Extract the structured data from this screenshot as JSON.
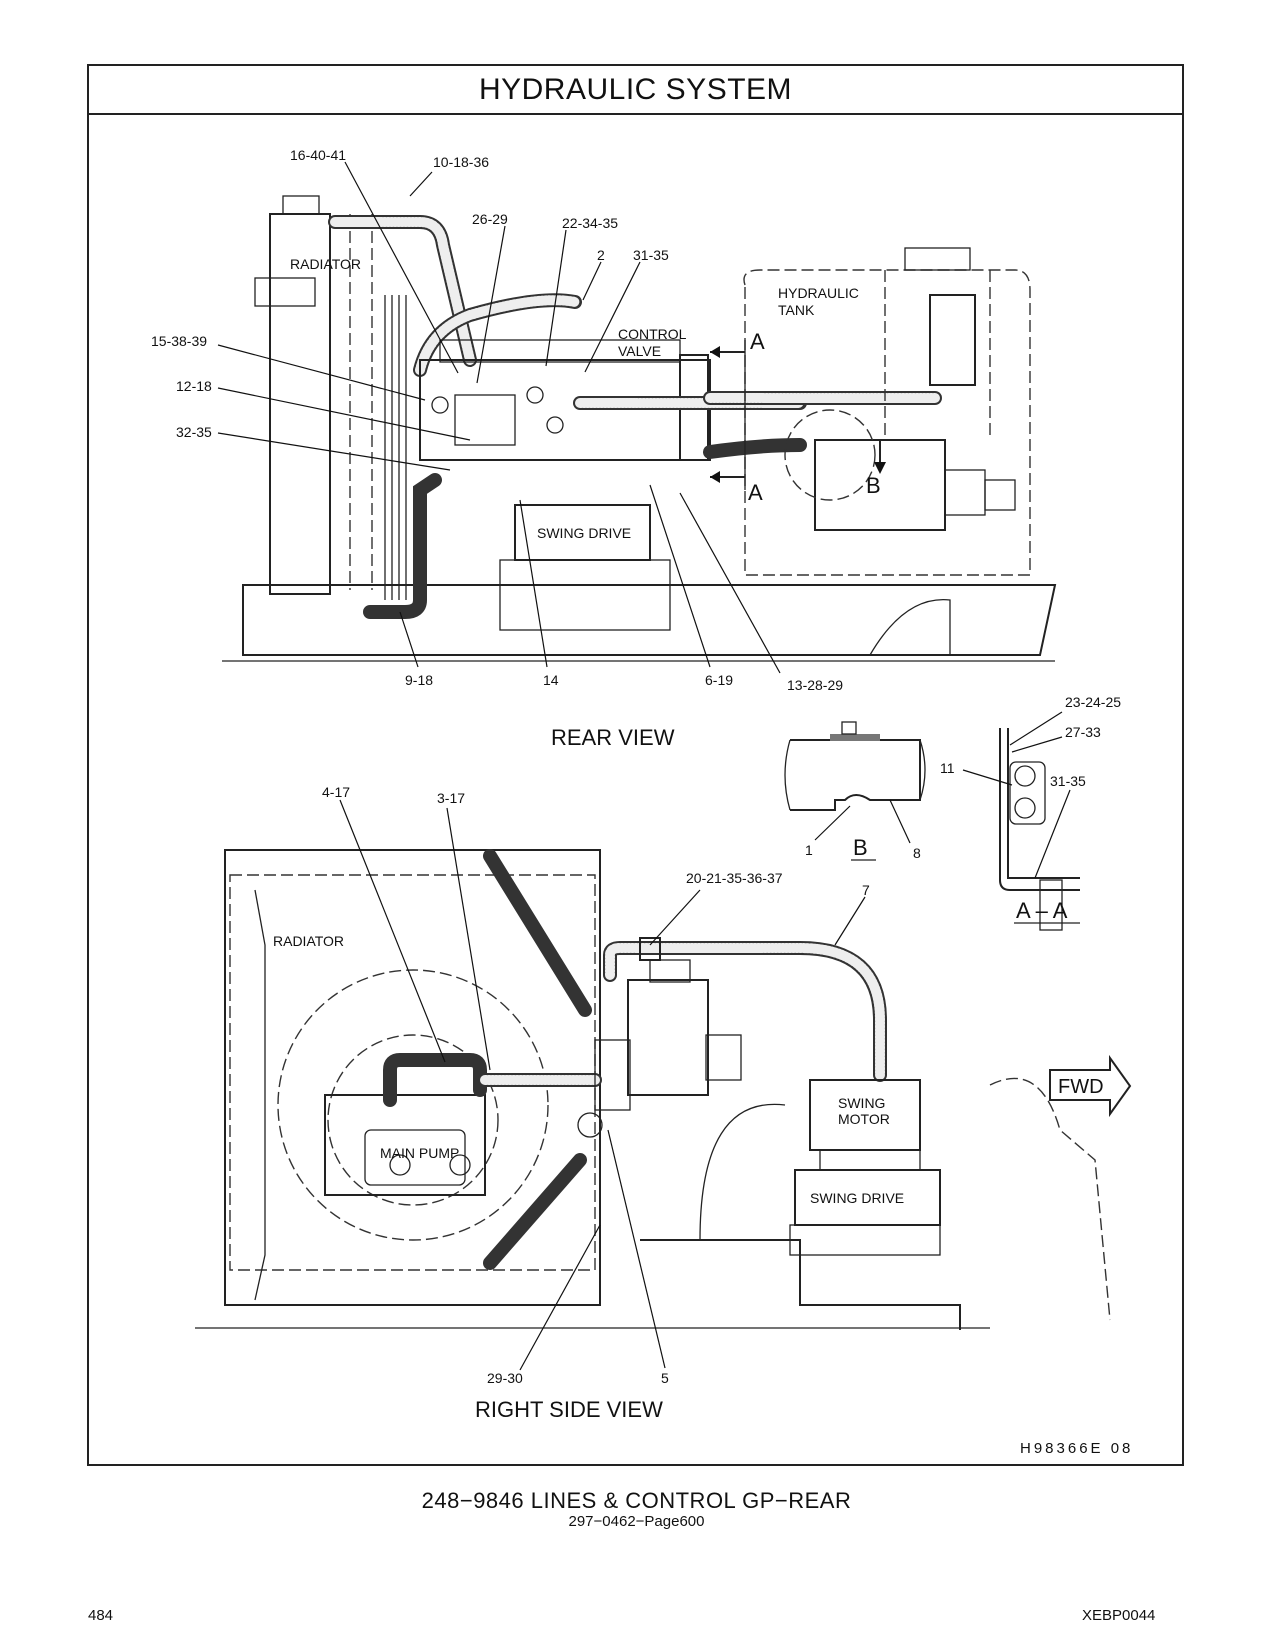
{
  "header": {
    "title": "HYDRAULIC   SYSTEM"
  },
  "rear_view": {
    "title": "REAR  VIEW",
    "components": {
      "radiator": "RADIATOR",
      "hydraulic_tank_1": "HYDRAULIC",
      "hydraulic_tank_2": "TANK",
      "control_valve_1": "CONTROL",
      "control_valve_2": "VALVE",
      "swing_drive": "SWING  DRIVE"
    },
    "callouts": {
      "c_16_40_41": "16-40-41",
      "c_10_18_36": "10-18-36",
      "c_26_29": "26-29",
      "c_22_34_35": "22-34-35",
      "c_2": "2",
      "c_31_35": "31-35",
      "c_15_38_39": "15-38-39",
      "c_12_18": "12-18",
      "c_32_35": "32-35",
      "c_9_18": "9-18",
      "c_14": "14",
      "c_6_19": "6-19",
      "c_13_28_29": "13-28-29"
    },
    "section_markers": {
      "a_top": "A",
      "a_bottom": "A",
      "b": "B"
    }
  },
  "detail_b": {
    "title": "B",
    "callouts": {
      "c_1": "1",
      "c_8": "8"
    }
  },
  "section_aa": {
    "title": "A – A",
    "callouts": {
      "c_23_24_25": "23-24-25",
      "c_27_33": "27-33",
      "c_11": "11",
      "c_31_35": "31-35"
    }
  },
  "right_side_view": {
    "title": "RIGHT  SIDE  VIEW",
    "components": {
      "radiator": "RADIATOR",
      "main_pump": "MAIN  PUMP",
      "swing_motor_1": "SWING",
      "swing_motor_2": "MOTOR",
      "swing_drive": "SWING  DRIVE",
      "fwd": "FWD"
    },
    "callouts": {
      "c_4_17": "4-17",
      "c_3_17": "3-17",
      "c_20_21_35_36_37": "20-21-35-36-37",
      "c_7": "7",
      "c_29_30": "29-30",
      "c_5": "5"
    }
  },
  "drawing_id": "H98366E    08",
  "caption": {
    "title": "248−9846  LINES  &  CONTROL  GP−REAR",
    "subtitle": "297−0462−Page600"
  },
  "footer": {
    "page_number": "484",
    "document_code": "XEBP0044"
  }
}
